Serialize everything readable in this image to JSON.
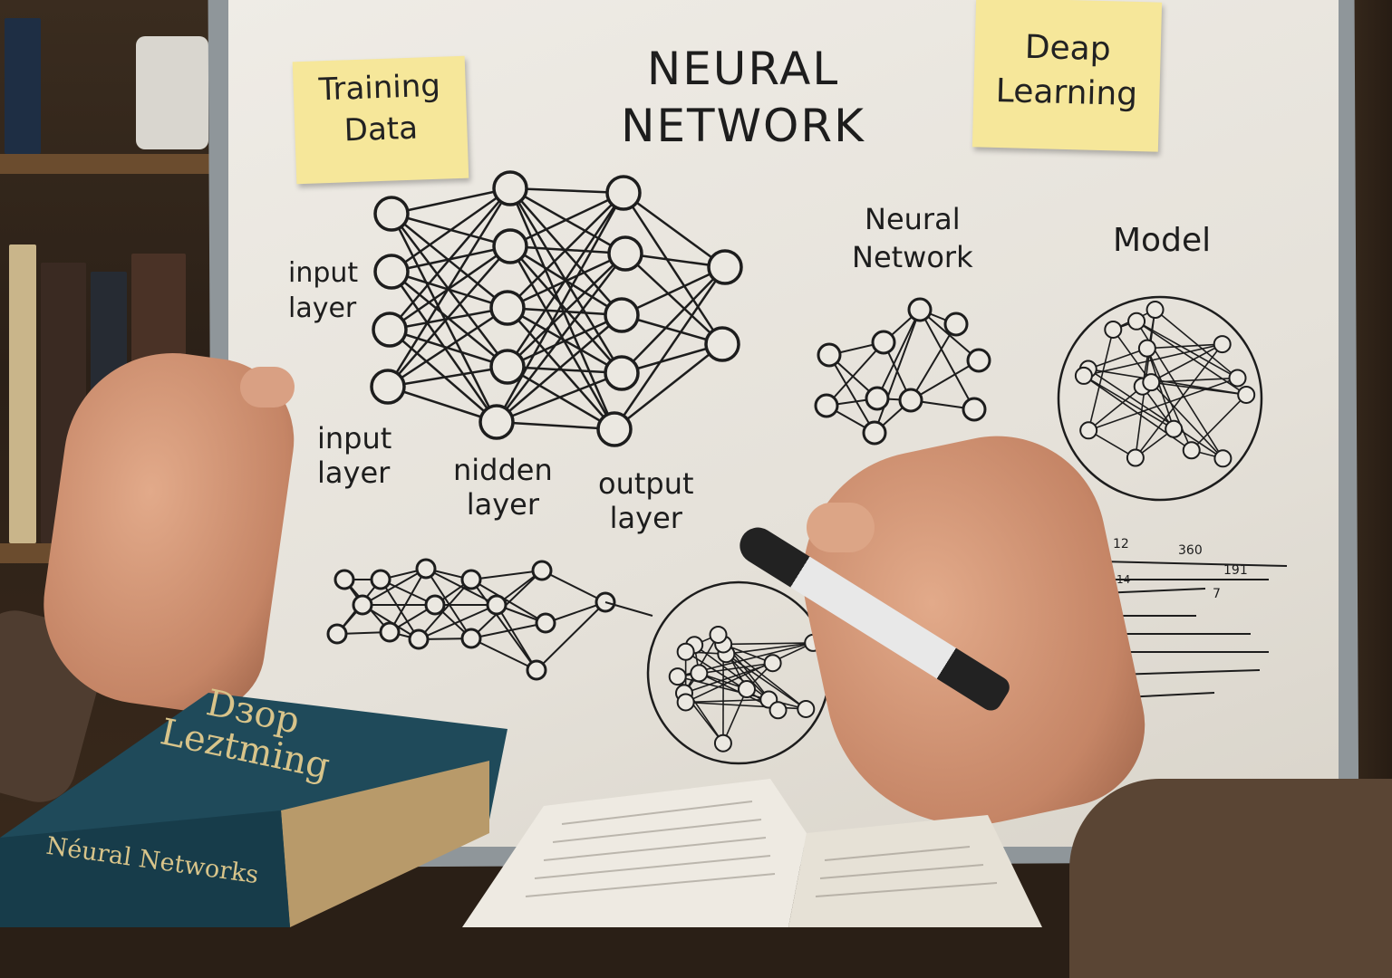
{
  "board": {
    "title_line1": "NEURAL",
    "title_line2": "NETWORK",
    "sticky_left": {
      "line1": "Training",
      "line2": "Data"
    },
    "sticky_right": {
      "line1": "Deap",
      "line2": "Learning"
    },
    "label_input_top": {
      "line1": "input",
      "line2": "layer"
    },
    "label_input_bottom": {
      "line1": "input",
      "line2": "layer"
    },
    "label_hidden": {
      "line1": "nidden",
      "line2": "layer"
    },
    "label_output": {
      "line1": "output",
      "line2": "layer"
    },
    "label_neural_network": {
      "line1": "Neural",
      "line2": "Network"
    },
    "label_model": "Model",
    "scribbles": [
      "12",
      "360",
      "191",
      "14",
      "7"
    ]
  },
  "book": {
    "title_line1": "Dзop",
    "title_line2": "Leztming",
    "spine": "Néural Networks"
  },
  "colors": {
    "sticky": "#f6e79a",
    "board": "#ebe8e1",
    "book": "#1f4a5a",
    "ink": "#1d1d1d",
    "gold": "#d8c48a"
  }
}
